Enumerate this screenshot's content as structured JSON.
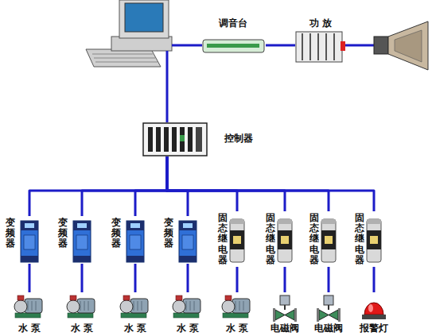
{
  "diagram": {
    "nodes": [
      {
        "text": [
          "调音台"
        ]
      },
      {
        "text": [
          "功 放"
        ]
      },
      {
        "text": [
          "控制器"
        ]
      },
      {
        "text": [
          "变频器"
        ]
      },
      {
        "text": [
          "变频器"
        ]
      },
      {
        "text": [
          "变频器"
        ]
      },
      {
        "text": [
          "变频器"
        ]
      },
      {
        "text": [
          "固态继电器"
        ]
      },
      {
        "text": [
          "固态继电器"
        ]
      },
      {
        "text": [
          "固态继电器"
        ]
      },
      {
        "text": [
          "固态继电器"
        ]
      },
      {
        "text": [
          "水 泵"
        ]
      },
      {
        "text": [
          "水 泵"
        ]
      },
      {
        "text": [
          "水 泵"
        ]
      },
      {
        "text": [
          "水 泵"
        ]
      },
      {
        "text": [
          "水 泵"
        ]
      },
      {
        "text": [
          "电磁阀"
        ]
      },
      {
        "text": [
          "电磁阀"
        ]
      },
      {
        "text": [
          "报警灯"
        ]
      }
    ],
    "edges": [
      {
        "from": 0,
        "to": 1,
        "arrow": "none"
      },
      {
        "from": 2,
        "to": 3,
        "arrow": "none"
      },
      {
        "from": 2,
        "to": 4,
        "arrow": "none"
      },
      {
        "from": 2,
        "to": 5,
        "arrow": "none"
      },
      {
        "from": 2,
        "to": 6,
        "arrow": "none"
      },
      {
        "from": 2,
        "to": 7,
        "arrow": "none"
      },
      {
        "from": 2,
        "to": 8,
        "arrow": "none"
      },
      {
        "from": 2,
        "to": 9,
        "arrow": "none"
      },
      {
        "from": 2,
        "to": 10,
        "arrow": "none"
      },
      {
        "from": 3,
        "to": 11,
        "arrow": "none"
      },
      {
        "from": 4,
        "to": 12,
        "arrow": "none"
      },
      {
        "from": 5,
        "to": 13,
        "arrow": "none"
      },
      {
        "from": 6,
        "to": 14,
        "arrow": "none"
      },
      {
        "from": 7,
        "to": 15,
        "arrow": "none"
      },
      {
        "from": 8,
        "to": 16,
        "arrow": "none"
      },
      {
        "from": 9,
        "to": 17,
        "arrow": "none"
      },
      {
        "from": 10,
        "to": 18,
        "arrow": "none"
      }
    ]
  }
}
